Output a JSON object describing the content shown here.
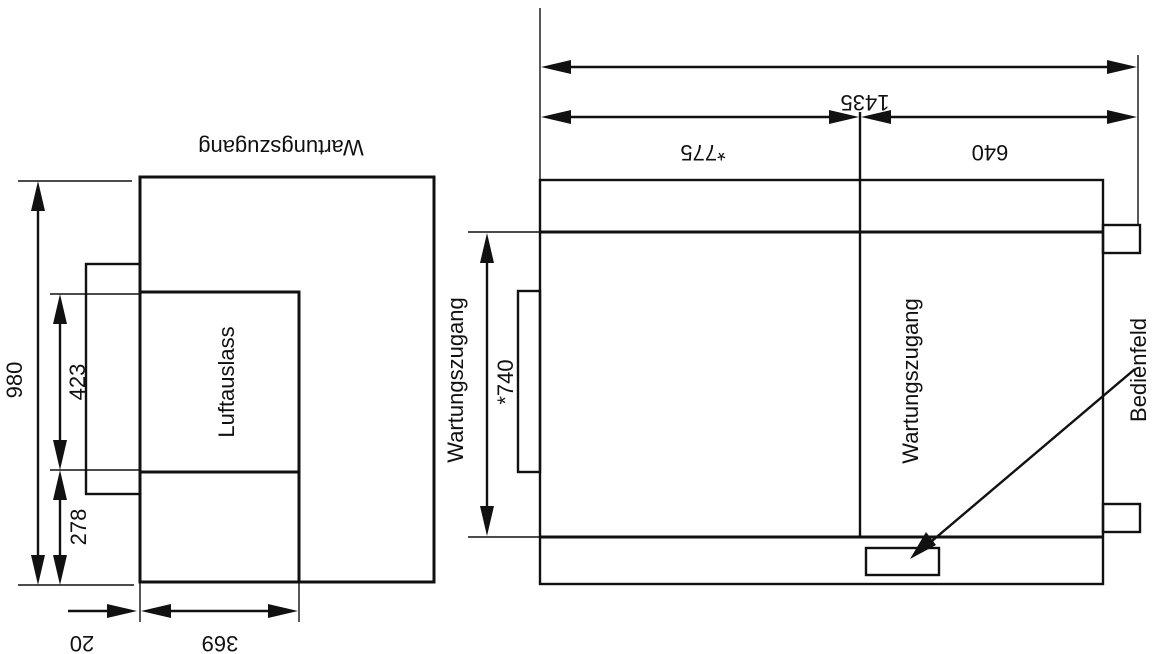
{
  "left_view": {
    "top_label": "Wartungszugang",
    "outlet_label": "Luftauslass",
    "dim_height_total": "980",
    "dim_outlet_height": "423",
    "dim_lower_offset": "278",
    "dim_outlet_width": "369",
    "dim_side_offset": "20"
  },
  "right_view": {
    "dim_overall_length": "1435",
    "dim_left_section": "*775",
    "dim_right_section": "640",
    "dim_depth": "*740",
    "left_side_label": "Wartungszugang",
    "center_label": "Wartungszugang",
    "panel_label": "Bedienfeld"
  }
}
